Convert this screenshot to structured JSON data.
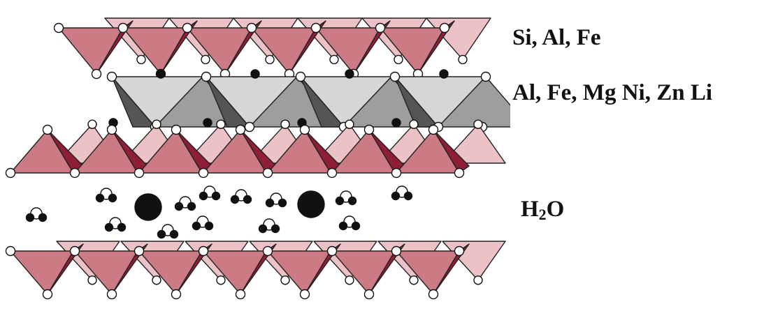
{
  "labels": {
    "tetrahedral_cations": "Si, Al, Fe",
    "octahedral_cations": "Al, Fe, Mg Ni, Zn Li",
    "interlayer_water": {
      "main": "H",
      "subscript": "2",
      "tail": "O"
    }
  },
  "colors": {
    "tetra_face": "#cc7b84",
    "tetra_light": "#ecc2c6",
    "tetra_dark": "#8e1f37",
    "octa_light": "#d6d6d6",
    "octa_mid": "#9e9e9e",
    "octa_dark": "#555555",
    "oxygen": "#ffffff",
    "hydrogen_cation": "#111111"
  }
}
